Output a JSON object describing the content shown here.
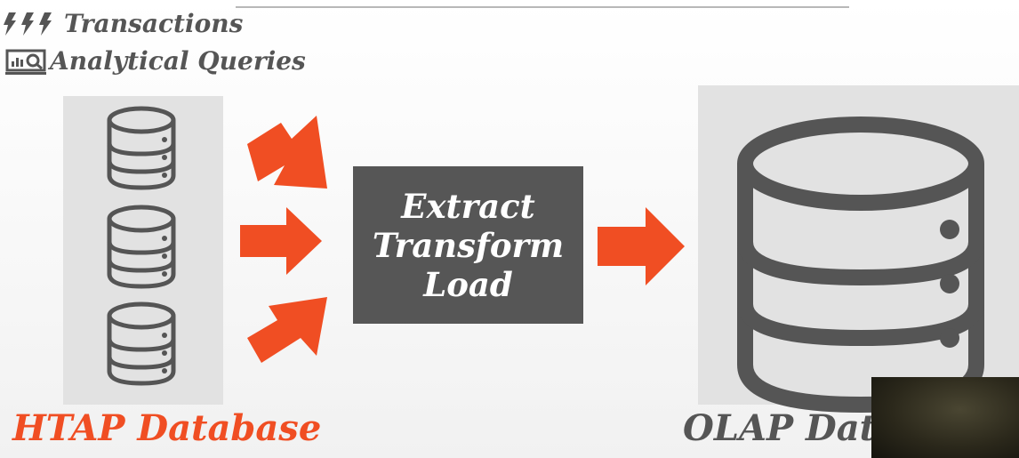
{
  "legend": {
    "transactions_label": "Transactions",
    "transactions_icon": "lightning-icon",
    "analytical_label": "Analytical Queries",
    "analytical_icon": "monitor-chart-icon"
  },
  "etl": {
    "line1": "Extract",
    "line2": "Transform",
    "line3": "Load"
  },
  "labels": {
    "source": "HTAP Database",
    "target": "OLAP Data W"
  },
  "colors": {
    "accent": "#f04e23",
    "etl_box": "#565656",
    "icon_stroke": "#555555",
    "panel": "#e2e2e2"
  },
  "icons": {
    "database": "database-icon",
    "arrow": "arrow-icon"
  }
}
